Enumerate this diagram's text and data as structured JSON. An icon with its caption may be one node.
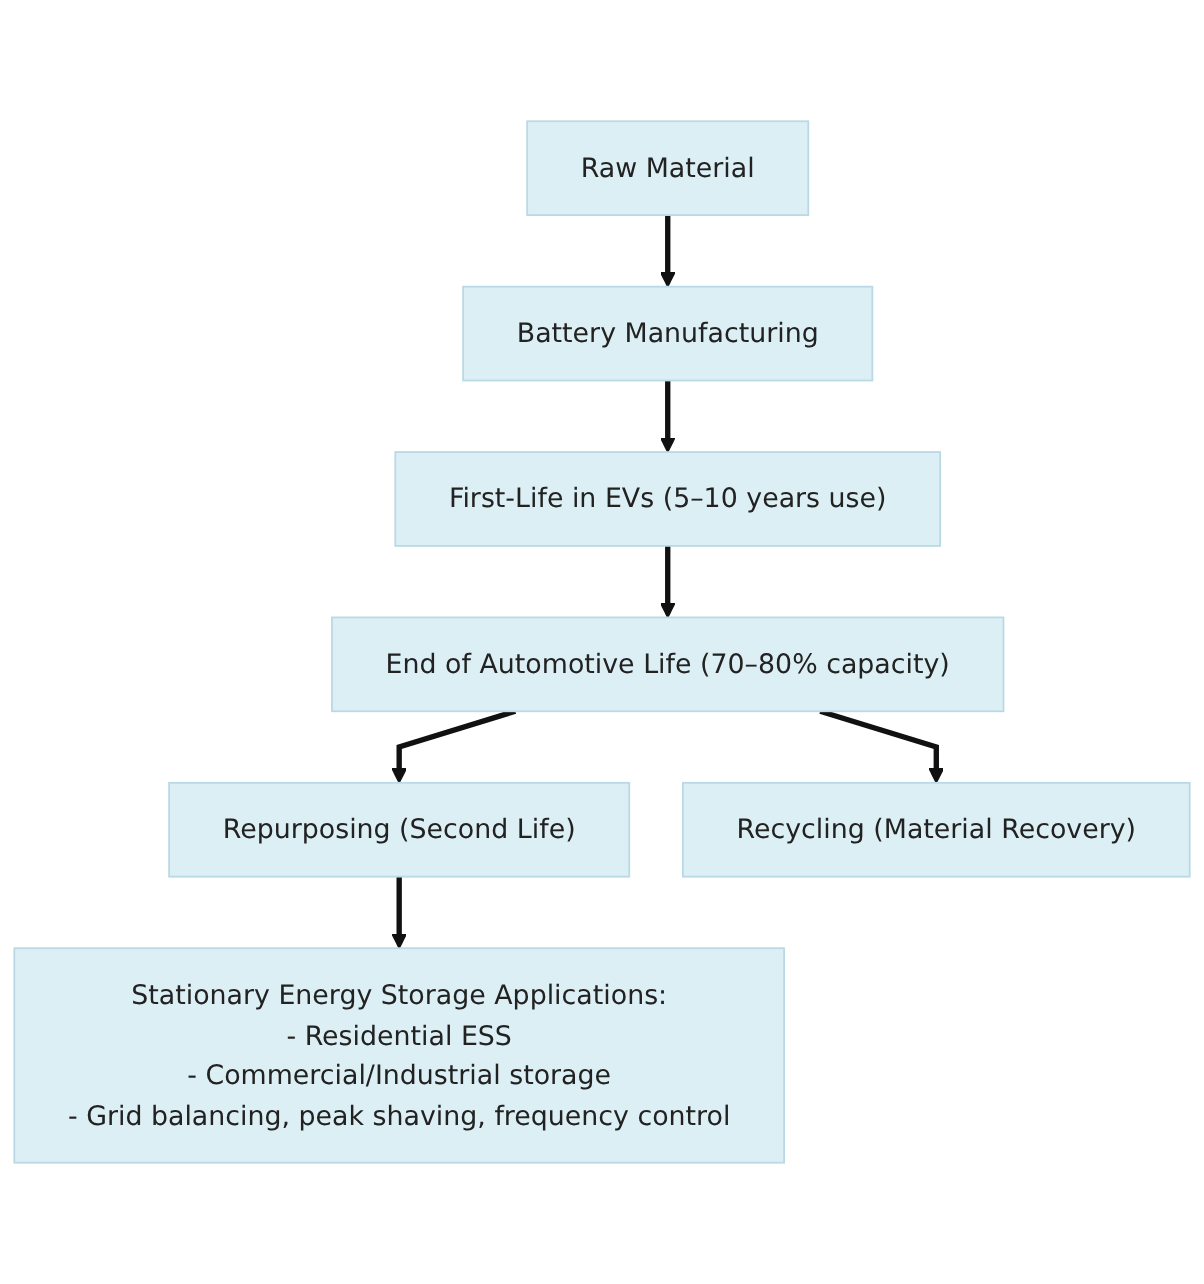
{
  "diagram": {
    "nodes": [
      {
        "text": [
          "Raw Material"
        ]
      },
      {
        "text": [
          "Battery Manufacturing"
        ]
      },
      {
        "text": [
          "First-Life in EVs (5–10 years use)"
        ]
      },
      {
        "text": [
          "End of Automotive Life (70–80% capacity)"
        ]
      },
      {
        "text": [
          "Repurposing (Second Life)"
        ]
      },
      {
        "text": [
          "Recycling (Material Recovery)"
        ]
      },
      {
        "text": [
          "Stationary Energy Storage Applications:",
          "- Residential ESS",
          "- Commercial/Industrial storage",
          "- Grid balancing, peak shaving, frequency control"
        ]
      }
    ],
    "edges": [
      {
        "from": 0,
        "to": 1,
        "arrow": "to"
      },
      {
        "from": 1,
        "to": 2,
        "arrow": "to"
      },
      {
        "from": 2,
        "to": 3,
        "arrow": "to"
      },
      {
        "from": 3,
        "to": 4,
        "arrow": "to"
      },
      {
        "from": 3,
        "to": 5,
        "arrow": "to"
      },
      {
        "from": 4,
        "to": 6,
        "arrow": "to"
      }
    ]
  }
}
